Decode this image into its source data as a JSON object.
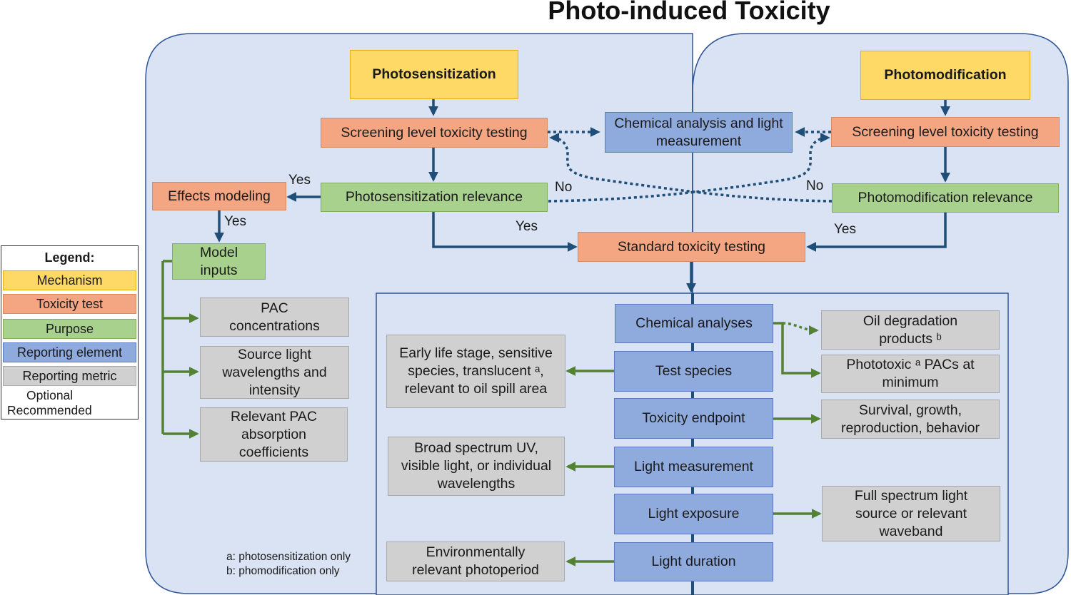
{
  "title": "Photo-induced Toxicity",
  "mechanisms": {
    "photosensitization": "Photosensitization",
    "photomodification": "Photomodification"
  },
  "tests": {
    "screening_left": "Screening level toxicity testing",
    "screening_right": "Screening level toxicity testing",
    "effects_modeling": "Effects modeling",
    "standard": "Standard toxicity testing"
  },
  "purposes": {
    "photosensitization_relevance": "Photosensitization relevance",
    "photomodification_relevance": "Photomodification relevance",
    "model_inputs": "Model inputs"
  },
  "reporting_elements": {
    "chemical_analysis_light": "Chemical analysis and light measurement",
    "chemical_analyses": "Chemical analyses",
    "test_species": "Test species",
    "toxicity_endpoint": "Toxicity endpoint",
    "light_measurement": "Light measurement",
    "light_exposure": "Light exposure",
    "light_duration": "Light duration"
  },
  "reporting_metrics": {
    "pac_concentrations": "PAC concentrations",
    "source_light": "Source light wavelengths and intensity",
    "pac_absorption": "Relevant PAC absorption coefficients",
    "oil_degradation": "Oil degradation products ᵇ",
    "phototoxic_pacs": "Phototoxic ᵃ PACs at minimum",
    "early_life": "Early life stage, sensitive species, translucent ᵃ, relevant to oil spill area",
    "survival": "Survival, growth, reproduction, behavior",
    "broad_spectrum": "Broad spectrum UV, visible light, or individual wavelengths",
    "full_spectrum": "Full spectrum light source or relevant waveband",
    "photoperiod": "Environmentally relevant photoperiod"
  },
  "edge_labels": {
    "yes_effects": "Yes",
    "yes_model": "Yes",
    "no_left": "No",
    "no_right": "No",
    "yes_left_standard": "Yes",
    "yes_right_standard": "Yes"
  },
  "footnotes": {
    "a": "a: photosensitization only",
    "b": "b: phomodification only"
  },
  "legend": {
    "heading": "Legend:",
    "mechanism": "Mechanism",
    "toxicity_test": "Toxicity test",
    "purpose": "Purpose",
    "reporting_element": "Reporting element",
    "reporting_metric": "Reporting metric",
    "optional": "Optional",
    "recommended": "Recommended"
  },
  "colors": {
    "mechanism": "#ffd966",
    "toxicity_test": "#f4a582",
    "purpose": "#a9d18e",
    "reporting_element": "#8faadc",
    "reporting_metric": "#d0d0d0",
    "panel": "#dae3f3",
    "blue_arrow": "#1f4e79",
    "green_arrow": "#548235"
  }
}
